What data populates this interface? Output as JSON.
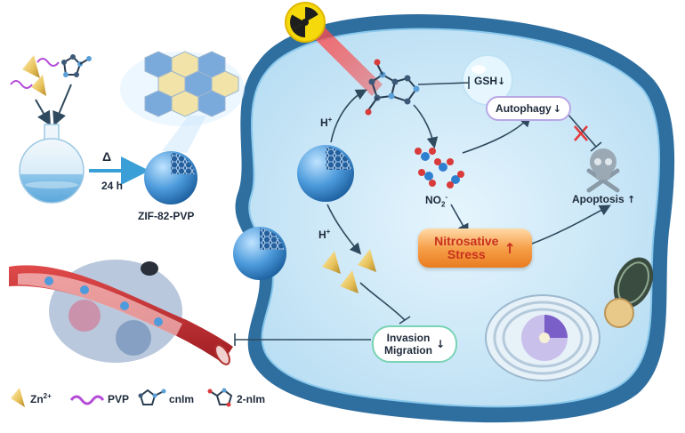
{
  "synthesis": {
    "heat_label": "Δ",
    "time_label": "24 h",
    "product_label": "ZIF-82-PVP"
  },
  "cell": {
    "proton_top": "H",
    "proton_mid": "H",
    "proton_sup": "+",
    "no2_label": "NO",
    "no2_sub": "2",
    "no2_sup": "-",
    "gsh_label": "GSH",
    "autophagy_label": "Autophagy",
    "apoptosis_label": "Apoptosis",
    "nitrosative_line1": "Nitrosative",
    "nitrosative_line2": "Stress",
    "invasion_line1": "Invasion",
    "invasion_line2": "Migration",
    "down_arrow": "↓",
    "up_arrow": "↑"
  },
  "legend": {
    "items": [
      {
        "icon": "zinc-pyramid-icon",
        "text": "Zn",
        "sup": "2+"
      },
      {
        "icon": "pvp-wave-icon",
        "text": "PVP"
      },
      {
        "icon": "cnim-molecule-icon",
        "text": "cnIm"
      },
      {
        "icon": "2-nim-molecule-icon",
        "text": "2-nIm"
      }
    ]
  },
  "colors": {
    "cell_fill": "#cfe9f7",
    "cell_border": "#2f74a6",
    "nanoparticle": "#3f8fd0",
    "nitrosative_orange": "#f08a2a",
    "vessel_red": "#c4262b",
    "radiation_yellow": "#f5d90a",
    "laser_red": "#e23a3a",
    "arrow_dark": "#2f4a5e"
  }
}
